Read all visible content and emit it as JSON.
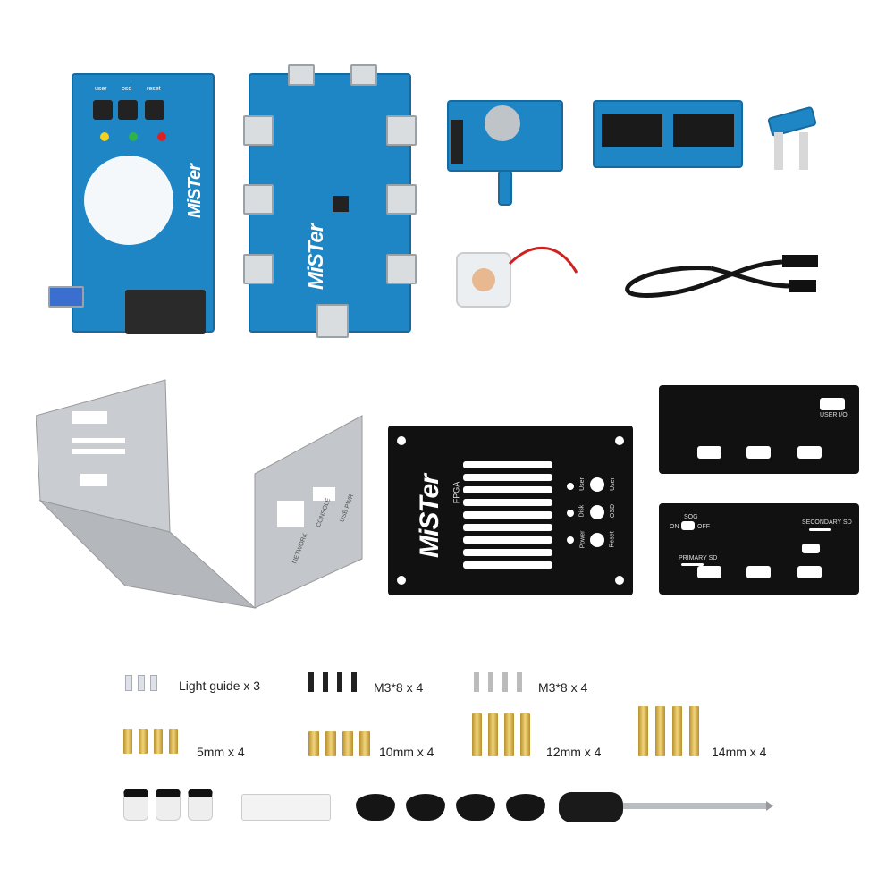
{
  "io_board": {
    "logo": "MiSTer",
    "buttons": [
      "user",
      "osd",
      "reset"
    ],
    "led_colors": [
      "#f2d21b",
      "#2fb34a",
      "#e02020"
    ]
  },
  "usb_hub": {
    "logo": "MiSTer"
  },
  "front_panel": {
    "logo": "MiSTer",
    "sub_logo": "FPGA",
    "led_labels": [
      "User",
      "Disk",
      "Power"
    ],
    "button_labels": [
      "User",
      "OSD",
      "Reset"
    ]
  },
  "rear_panel_top": {
    "label": "USER I/O"
  },
  "rear_panel_bottom": {
    "sog": "SOG",
    "on": "ON",
    "off": "OFF",
    "secondary": "SECONDARY SD",
    "primary": "PRIMARY SD"
  },
  "chassis": {
    "labels": [
      "NETWORK",
      "CONSOLE",
      "USB PWR"
    ]
  },
  "hardware": [
    {
      "label": "Light guide x 3"
    },
    {
      "label": "M3*8 x 4"
    },
    {
      "label": "M3*8 x 4"
    },
    {
      "label": "5mm x 4"
    },
    {
      "label": "10mm x 4"
    },
    {
      "label": "12mm x 4"
    },
    {
      "label": "14mm x 4"
    }
  ],
  "colors": {
    "pcb": "#1f86c6",
    "panel": "#111111",
    "chassis": "#c9ccd0",
    "brass": "#e0bd5a"
  }
}
